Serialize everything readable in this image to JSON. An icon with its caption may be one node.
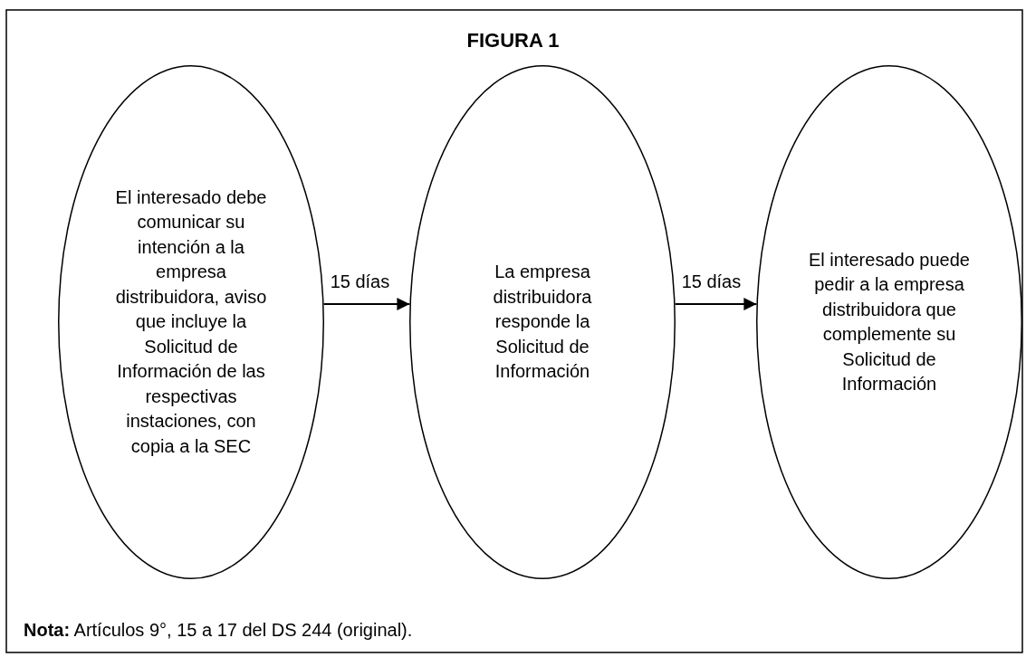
{
  "diagram": {
    "title": "FIGURA 1",
    "nodes": [
      {
        "text": [
          "El interesado debe comunicar su intención a la empresa distribuidora, aviso que incluye la Solicitud de Información de las respectivas instaciones, con copia a la SEC"
        ]
      },
      {
        "text": [
          "La empresa distribuidora responde la Solicitud de Información"
        ]
      },
      {
        "text": [
          "El interesado puede pedir a la empresa distribuidora que complemente su Solicitud de Información"
        ]
      }
    ],
    "edges": [
      {
        "from": 0,
        "to": 1,
        "arrow": "to",
        "label": "15 días"
      },
      {
        "from": 1,
        "to": 2,
        "arrow": "to",
        "label": "15 días"
      }
    ],
    "labels": [
      "**Nota:** Artículos 9°, 15 a 17 del DS 244 (original)."
    ]
  }
}
